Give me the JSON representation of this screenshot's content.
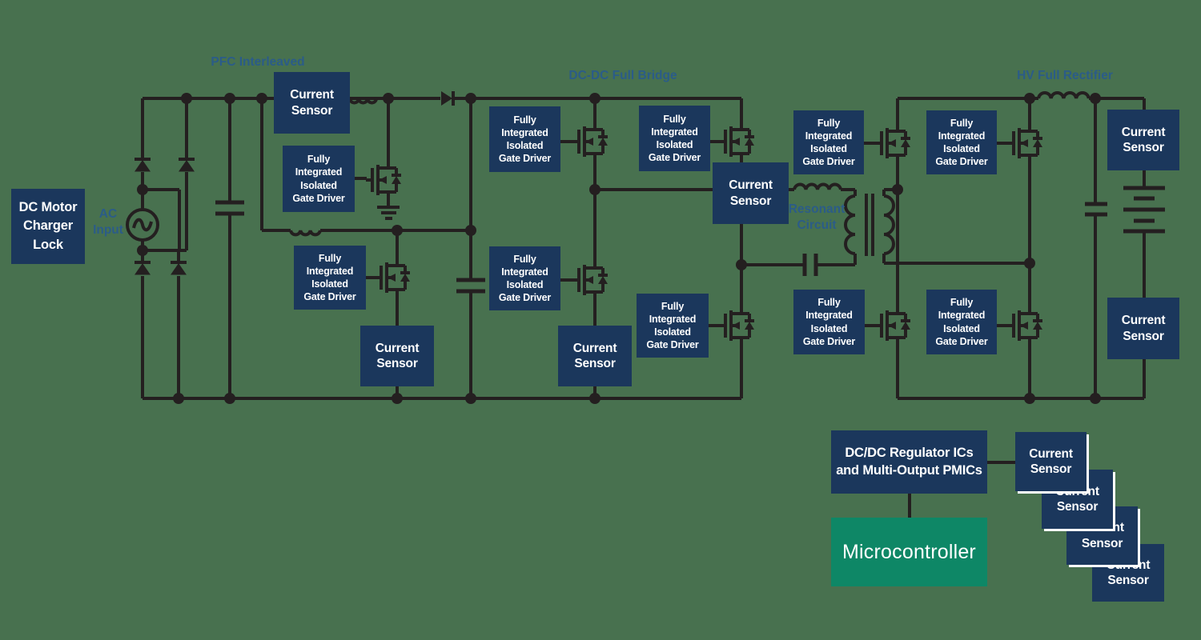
{
  "diagram": {
    "section_labels": {
      "pfc": "PFC Interleaved",
      "dcdc": "DC-DC Full Bridge",
      "hv": "HV Full Rectifier",
      "resonant": "Resonant\nCircuit",
      "ac_input": "AC\nInput"
    },
    "blocks": {
      "dc_motor_lock": "DC Motor\nCharger\nLock",
      "current_sensor": "Current\nSensor",
      "gate_driver": "Fully\nIntegrated\nIsolated\nGate Driver",
      "regulator": "DC/DC Regulator ICs\nand Multi-Output PMICs",
      "microcontroller": "Microcontroller"
    },
    "icons": {
      "ac_source": "ac-source",
      "transformer": "transformer",
      "battery": "battery",
      "ground": "ground"
    },
    "colors": {
      "background": "#48714f",
      "block_navy": "#1b375c",
      "block_green": "#0e8766",
      "wire": "#241f20",
      "label_blue": "#2b5c88",
      "text_white": "#ffffff"
    }
  }
}
